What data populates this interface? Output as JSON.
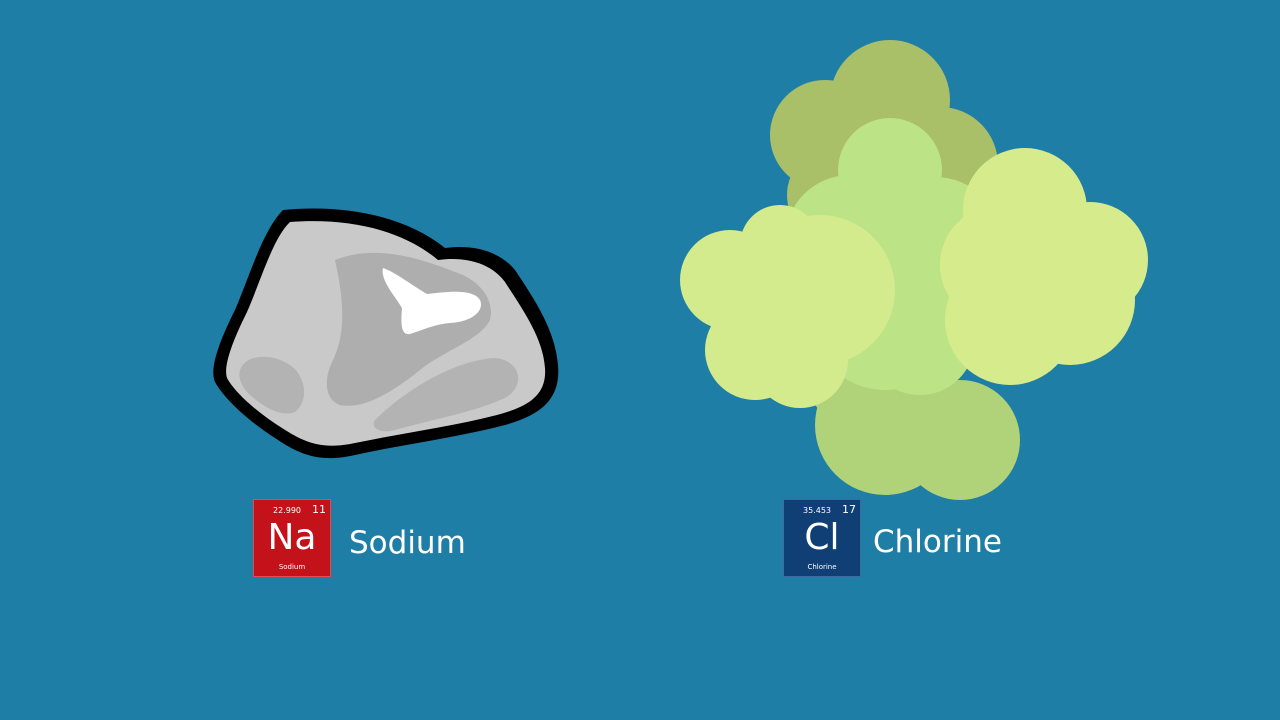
{
  "colors": {
    "background": "#1f7ea6",
    "sodium_tile": "#c3121a",
    "chlorine_tile": "#0f3f74",
    "rock_fill": "#c9c9c9",
    "gas_fill": "#d6ec8c"
  },
  "sodium": {
    "atomic_mass": "22.990",
    "atomic_number": "11",
    "symbol": "Na",
    "tile_name": "Sodium",
    "label": "Sodium"
  },
  "chlorine": {
    "atomic_mass": "35.453",
    "atomic_number": "17",
    "symbol": "Cl",
    "tile_name": "Chlorine",
    "label": "Chlorine"
  }
}
